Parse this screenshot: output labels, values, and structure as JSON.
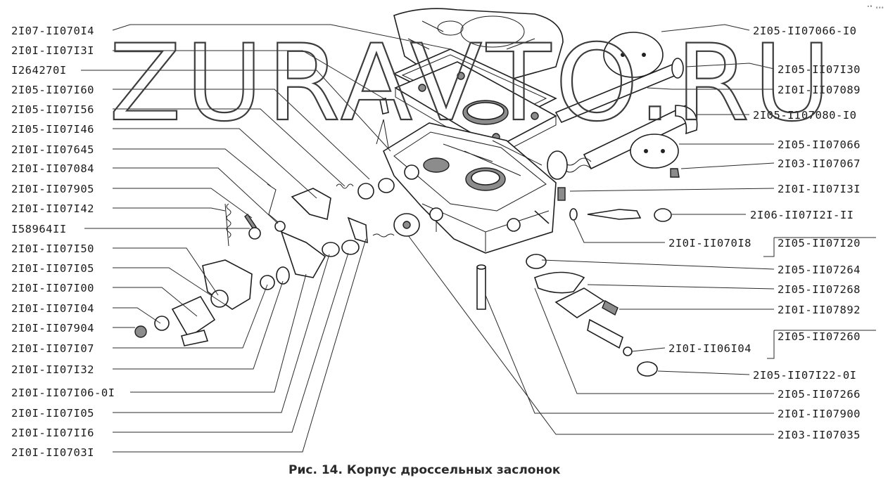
{
  "watermark": "ZURAVTO.RU",
  "corner_mark": "ᵃᴮ ₀₀₀",
  "caption": "Рис. 14. Корпус дроссельных заслонок",
  "labels_left": [
    "2I07-II070I4",
    "2I0I-II07I3I",
    "I264270I",
    "2I05-II07I60",
    "2I05-II07I56",
    "2I05-II07I46",
    "2I0I-II07645",
    "2I0I-II07084",
    "2I0I-II07905",
    "2I0I-II07I42",
    "I58964II",
    "2I0I-II07I50",
    "2I0I-II07I05",
    "2I0I-II07I00",
    "2I0I-II07I04",
    "2I0I-II07904",
    "2I0I-II07I07",
    "2I0I-II07I32",
    "2I0I-II07I06-0I",
    "2I0I-II07I05",
    "2I0I-II07II6",
    "2I0I-II0703I"
  ],
  "labels_right": [
    "2I05-II07066-I0",
    "2I05-II07I30",
    "2I0I-II07089",
    "2I05-II07080-I0",
    "2I05-II07066",
    "2I03-II07067",
    "2I0I-II07I3I",
    "2I06-II07I2I-II",
    "2I05-II07I20",
    "2I05-II07264",
    "2I05-II07268",
    "2I0I-II07892",
    "2I05-II07260",
    "2I05-II07I22-0I",
    "2I05-II07266",
    "2I0I-II07900",
    "2I03-II07035"
  ],
  "labels_mid": [
    "2I0I-II070I8",
    "2I0I-II06I04"
  ]
}
